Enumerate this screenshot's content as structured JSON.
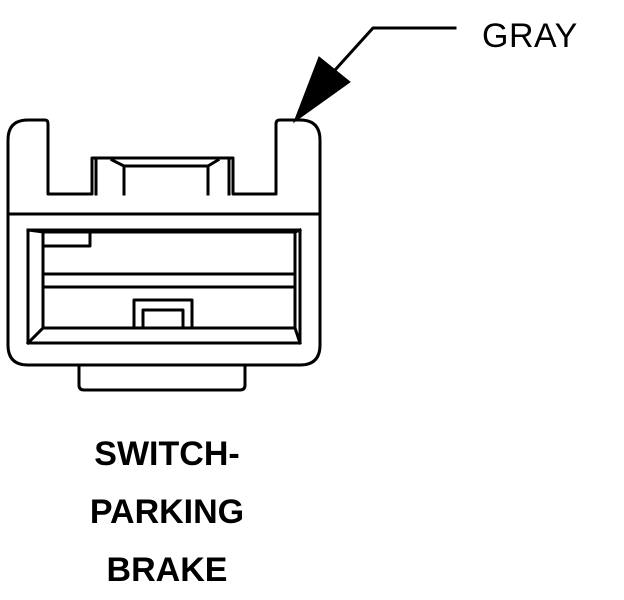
{
  "callout": {
    "label": "GRAY"
  },
  "caption": {
    "lines": [
      "SWITCH-",
      "PARKING",
      "BRAKE"
    ]
  },
  "colors": {
    "line": "#000000",
    "background": "#ffffff"
  }
}
